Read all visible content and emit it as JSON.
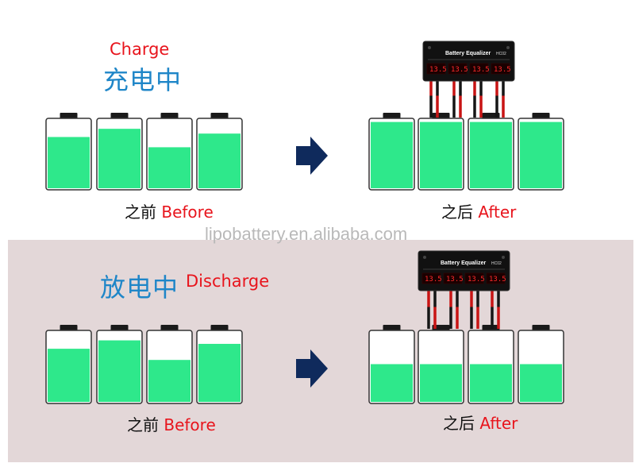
{
  "charge": {
    "title_en": "Charge",
    "title_zh": "充电中",
    "before_zh": "之前",
    "before_en": "Before",
    "after_zh": "之后",
    "after_en": "After",
    "before_levels": [
      0.75,
      0.87,
      0.6,
      0.8
    ],
    "after_levels": [
      0.97,
      0.97,
      0.97,
      0.97
    ]
  },
  "discharge": {
    "title_zh": "放电中",
    "title_en": "Discharge",
    "before_zh": "之前",
    "before_en": "Before",
    "after_zh": "之后",
    "after_en": "After",
    "before_levels": [
      0.76,
      0.88,
      0.6,
      0.83
    ],
    "after_levels": [
      0.54,
      0.54,
      0.54,
      0.54
    ]
  },
  "equalizer": {
    "title": "Battery Equalizer",
    "model": "HC02",
    "readings": [
      "13.5",
      "13.5",
      "13.5",
      "13.5"
    ]
  },
  "watermark": "lipobattery.en.alibaba.com",
  "colors": {
    "fill": "#2ee88b",
    "outline": "#333333",
    "arrow": "#0f2a5c",
    "display_red": "#ff2a2a",
    "panel_bg": "#e3d7d8"
  }
}
